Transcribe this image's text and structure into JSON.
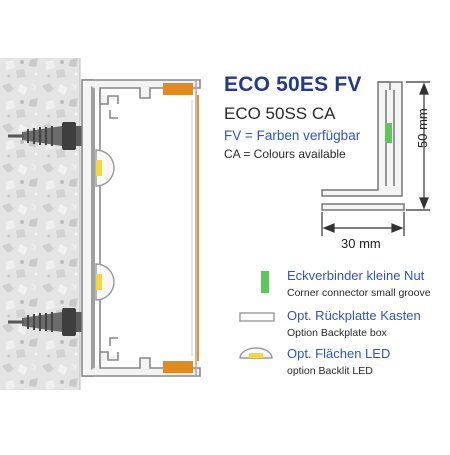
{
  "header": {
    "title": "ECO 50ES  FV",
    "subtitle": "ECO 50SS CA",
    "fv_note": "FV = Farben verfügbar",
    "ca_note": "CA = Colours available"
  },
  "dimensions": {
    "height_label": "50 mm",
    "width_label": "30 mm"
  },
  "legend": [
    {
      "title": "Eckverbinder kleine Nut",
      "subtitle": "Corner connector small groove",
      "icon": "green-connector-icon",
      "color": "#5cc85a"
    },
    {
      "title": "Opt. Rückplatte Kasten",
      "subtitle": "Option Backplate box",
      "icon": "backplate-outline-icon",
      "color": "#9a9a9a"
    },
    {
      "title": "Opt. Flächen LED",
      "subtitle": "option Backlit LED",
      "icon": "led-dome-icon",
      "color": "#f2d83a"
    }
  ],
  "colors": {
    "title_blue": "#233a8c",
    "accent_blue": "#2f55c4",
    "insert_orange": "#e28a1e",
    "led_yellow": "#f2d83a",
    "connector_green": "#5cc85a",
    "wall_grey": "#dcdcdc"
  }
}
